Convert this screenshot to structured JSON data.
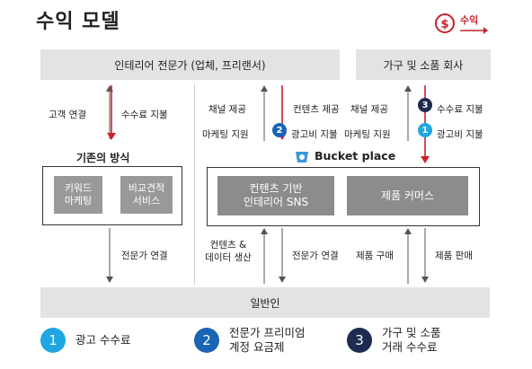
{
  "title": "수익 모델",
  "revenue_legend": {
    "label": "수익",
    "icon": "dollar-icon"
  },
  "headers": {
    "interior_experts": "인테리어 전문가 (업체, 프리랜서)",
    "furniture_companies": "가구 및 소품 회사",
    "general_users": "일반인"
  },
  "left_column": {
    "customer_connect": "고객 연결",
    "fee_payment": "수수료 지불",
    "old_method_title": "기존의 방식",
    "box1_line1": "키워드",
    "box1_line2": "마케팅",
    "box2_line1": "비교견적",
    "box2_line2": "서비스",
    "expert_connect": "전문가 연결"
  },
  "middle_column": {
    "channel_provide": "채널 제공",
    "marketing_support": "마케팅 지원",
    "content_provide": "컨텐츠 제공",
    "ad_fee_payment": "광고비 지불",
    "content_line1": "컨텐츠 &",
    "content_line2": "데이터 생산",
    "expert_connect": "전문가 연결"
  },
  "right_column": {
    "channel_provide": "채널 제공",
    "marketing_support": "마케팅 지원",
    "fee_payment": "수수료 지불",
    "ad_fee_payment": "광고비 지불",
    "product_purchase": "제품 구매",
    "product_sale": "제품 판매"
  },
  "bucket_place": {
    "name": "Bucket place",
    "logo": "bucketplace-logo-icon"
  },
  "platform": {
    "sns_line1": "컨텐츠 기반",
    "sns_line2": "인테리어 SNS",
    "commerce": "제품 커머스"
  },
  "badges": {
    "b1": "1",
    "b2": "2",
    "b3": "3"
  },
  "legend": [
    {
      "num": "1",
      "line1": "광고 수수료",
      "line2": ""
    },
    {
      "num": "2",
      "line1": "전문가 프리미엄",
      "line2": "계정 요금제"
    },
    {
      "num": "3",
      "line1": "가구 및 소품",
      "line2": "거래 수수료"
    }
  ],
  "colors": {
    "revenue_red": "#c8222a",
    "badge1": "#1ea7e1",
    "badge2": "#1a64b4",
    "badge3": "#1c2b4f",
    "header_gray": "#e3e3e3",
    "box_gray": "#8c8c8c"
  }
}
